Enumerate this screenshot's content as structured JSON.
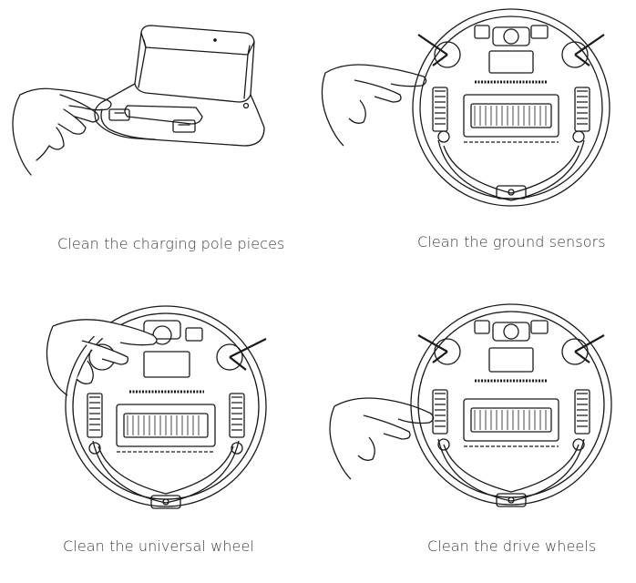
{
  "captions": {
    "charging_pole": "Clean the charging pole pieces",
    "ground_sensors": "Clean the ground sensors",
    "universal_wheel": "Clean the universal wheel",
    "drive_wheels": "Clean the drive wheels"
  },
  "colors": {
    "line": "#1a1a1a",
    "text": "#3d3d3d",
    "background": "#ffffff"
  }
}
